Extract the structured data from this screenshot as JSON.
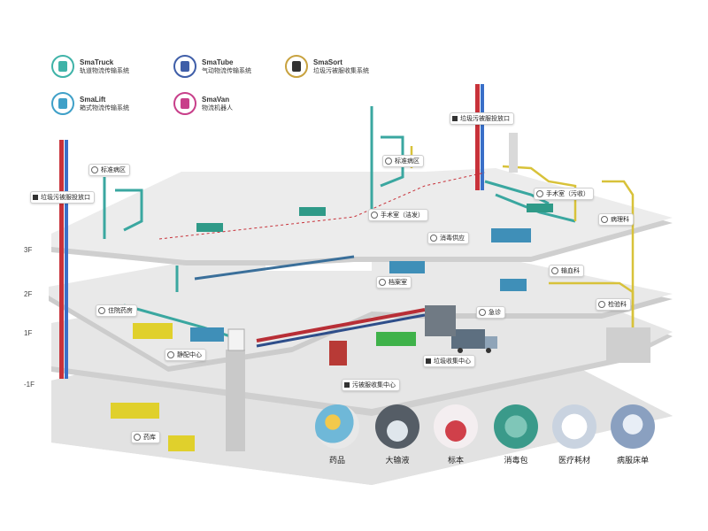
{
  "legend": [
    {
      "name": "SmaTruck",
      "desc": "轨道物流传输系统",
      "color": "#3fb3a8"
    },
    {
      "name": "SmaTube",
      "desc": "气动物流传输系统",
      "color": "#3f5ea8"
    },
    {
      "name": "SmaSort",
      "desc": "垃圾污被服收集系统",
      "color": "#c8a23f"
    },
    {
      "name": "SmaLift",
      "desc": "箱式物流传输系统",
      "color": "#3fa0c8"
    },
    {
      "name": "SmaVan",
      "desc": "物流机器人",
      "color": "#c83f8a"
    }
  ],
  "floors": [
    "3F",
    "2F",
    "1F",
    "-1F"
  ],
  "labels": {
    "garbage_port_left": "垃圾污被服投放口",
    "garbage_port_top": "垃圾污被服投放口",
    "ward_left": "标准病区",
    "ward_center": "标准病区",
    "or_clean": "手术室（洁发）",
    "or_dirty": "手术室（污收）",
    "disinfect": "消毒供应",
    "pathology": "病理科",
    "transfusion": "输血科",
    "archive": "档案室",
    "emergency": "急诊",
    "lab": "检验科",
    "inpatient_pharmacy": "住院药房",
    "dispensing": "静配中心",
    "garbage_center": "垃圾收集中心",
    "laundry_center": "污被服收集中心",
    "pharmacy_store": "药库"
  },
  "categories": [
    {
      "name": "药品",
      "color": "#6fb8d8"
    },
    {
      "name": "大输液",
      "color": "#555d66"
    },
    {
      "name": "标本",
      "color": "#d0404a"
    },
    {
      "name": "消毒包",
      "color": "#3a9a8a"
    },
    {
      "name": "医疗耗材",
      "color": "#c9d3e0"
    },
    {
      "name": "病服床单",
      "color": "#8aa0c0"
    }
  ]
}
